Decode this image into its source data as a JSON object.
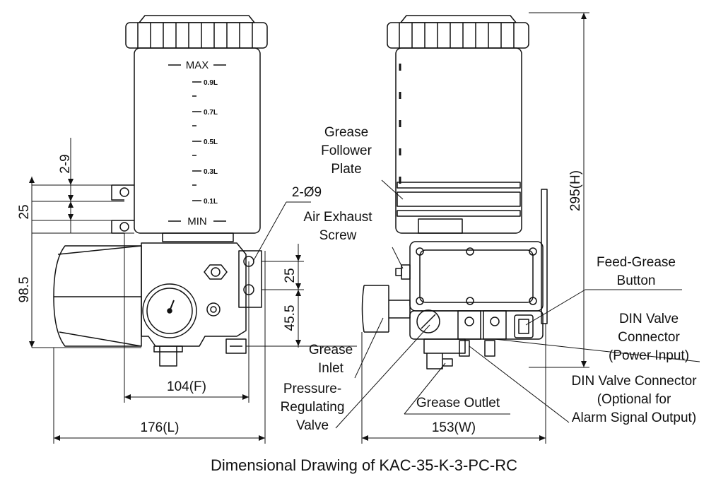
{
  "title": "Dimensional Drawing of KAC-35-K-3-PC-RC",
  "scale_marks": {
    "max": "MAX",
    "min": "MIN",
    "marks": [
      "0.9L",
      "0.7L",
      "0.5L",
      "0.3L",
      "0.1L"
    ]
  },
  "labels": {
    "grease_follower_plate": [
      "Grease",
      "Follower",
      "Plate"
    ],
    "holes": "2-Ø9",
    "air_exhaust_screw": [
      "Air Exhaust",
      "Screw"
    ],
    "feed_grease_button": [
      "Feed-Grease",
      "Button"
    ],
    "din_power": [
      "DIN Valve",
      "Connector",
      "(Power Input)"
    ],
    "din_alarm": [
      "DIN Valve Connector",
      "(Optional for",
      "Alarm Signal Output)"
    ],
    "grease_inlet": [
      "Grease",
      "Inlet"
    ],
    "pressure_regulating_valve": [
      "Pressure-",
      "Regulating",
      "Valve"
    ],
    "grease_outlet": "Grease Outlet"
  },
  "dimensions": {
    "d_2_9": "2-9",
    "d_25_left": "25",
    "d_98_5": "98.5",
    "d_104": "104(F)",
    "d_176": "176(L)",
    "d_25_mid": "25",
    "d_45_5": "45.5",
    "d_153": "153(W)",
    "d_295": "295(H)"
  }
}
